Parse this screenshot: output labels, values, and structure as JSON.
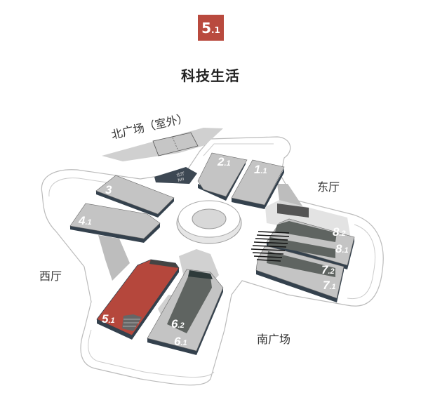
{
  "badge": {
    "main": "5",
    "sub": ".1",
    "color": "#b94a3e"
  },
  "title": "科技生活",
  "zones": {
    "north_plaza": "北广场（室外）",
    "east_hall": "东厅",
    "west_hall": "西厅",
    "south_plaza": "南广场",
    "north_hall_cn": "北厅",
    "north_hall_en": "NH"
  },
  "halls": [
    {
      "id": "3",
      "main": "3",
      "sub": ""
    },
    {
      "id": "4.1",
      "main": "4",
      "sub": ".1"
    },
    {
      "id": "2.1",
      "main": "2",
      "sub": ".1"
    },
    {
      "id": "1.1",
      "main": "1",
      "sub": ".1"
    },
    {
      "id": "8.2",
      "main": "8",
      "sub": ".2"
    },
    {
      "id": "8.1",
      "main": "8",
      "sub": ".1"
    },
    {
      "id": "7.2",
      "main": "7",
      "sub": ".2"
    },
    {
      "id": "7.1",
      "main": "7",
      "sub": ".1"
    },
    {
      "id": "5.1",
      "main": "5",
      "sub": ".1",
      "highlighted": true
    },
    {
      "id": "6.2",
      "main": "6",
      "sub": ".2"
    },
    {
      "id": "6.1",
      "main": "6",
      "sub": ".1"
    }
  ],
  "colors": {
    "highlight": "#b5473c",
    "hall": "#c4c4c4",
    "hall_side": "#34414d",
    "dark_hall": "#5f6461"
  }
}
